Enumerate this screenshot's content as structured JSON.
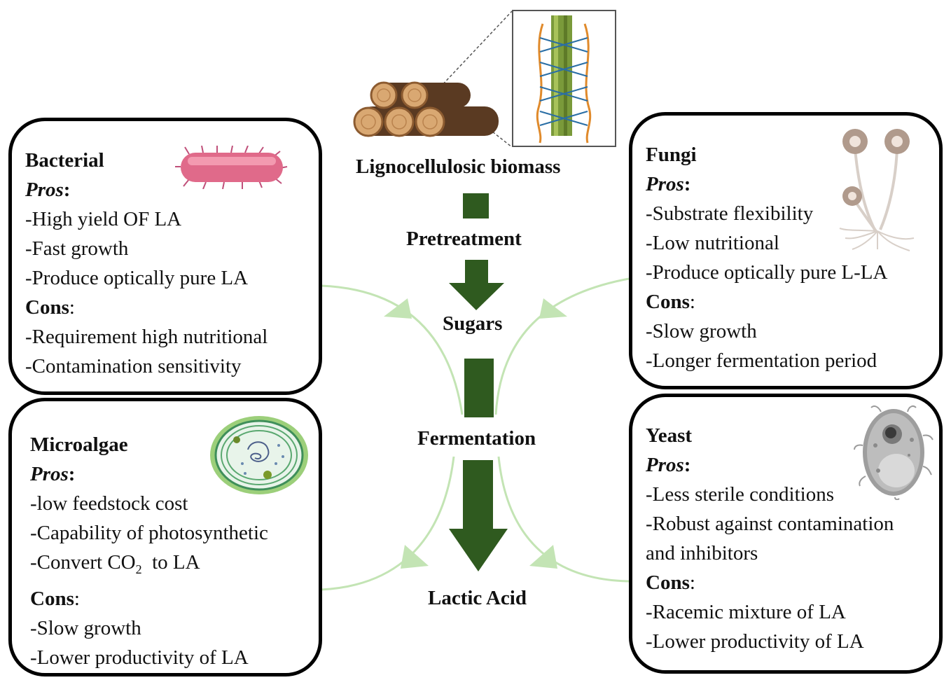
{
  "flow": {
    "biomass": "Lignocellulosic biomass",
    "pretreatment": "Pretreatment",
    "sugars": "Sugars",
    "fermentation": "Fermentation",
    "lactic_acid": "Lactic Acid"
  },
  "bacterial": {
    "title": "Bacterial",
    "pros_label": "Pros",
    "pros": [
      "-High yield OF LA",
      "-Fast growth",
      "-Produce optically pure LA"
    ],
    "cons_label": "Cons",
    "cons": [
      "-Requirement high nutritional",
      "-Contamination sensitivity"
    ]
  },
  "fungi": {
    "title": "Fungi",
    "pros_label": "Pros",
    "pros": [
      "-Substrate flexibility",
      "-Low nutritional",
      "-Produce optically pure L-LA"
    ],
    "cons_label": "Cons",
    "cons": [
      "-Slow growth",
      "-Longer fermentation period"
    ]
  },
  "microalgae": {
    "title": "Microalgae",
    "pros_label": "Pros",
    "pros": [
      "-low feedstock cost",
      "-Capability of photosynthetic"
    ],
    "co2_line": {
      "before": "-Convert CO",
      "sub": "2",
      "after": "  to LA"
    },
    "cons_label": "Cons",
    "cons": [
      "-Slow growth",
      "-Lower productivity of LA"
    ]
  },
  "yeast": {
    "title": "Yeast",
    "pros_label": "Pros",
    "pros": [
      "-Less sterile conditions",
      "-Robust against contamination",
      "and inhibitors"
    ],
    "cons_label": "Cons",
    "cons": [
      "-Racemic mixture of LA",
      "-Lower productivity of LA"
    ]
  },
  "icons": [
    "log-pile-icon",
    "lignocellulose-fiber-icon",
    "bacterium-icon",
    "fungus-icon",
    "microalga-cell-icon",
    "yeast-cell-icon"
  ],
  "colors": {
    "flow_arrow": "#2f5a1f",
    "connector": "#c3e4b4",
    "border": "#000000"
  }
}
